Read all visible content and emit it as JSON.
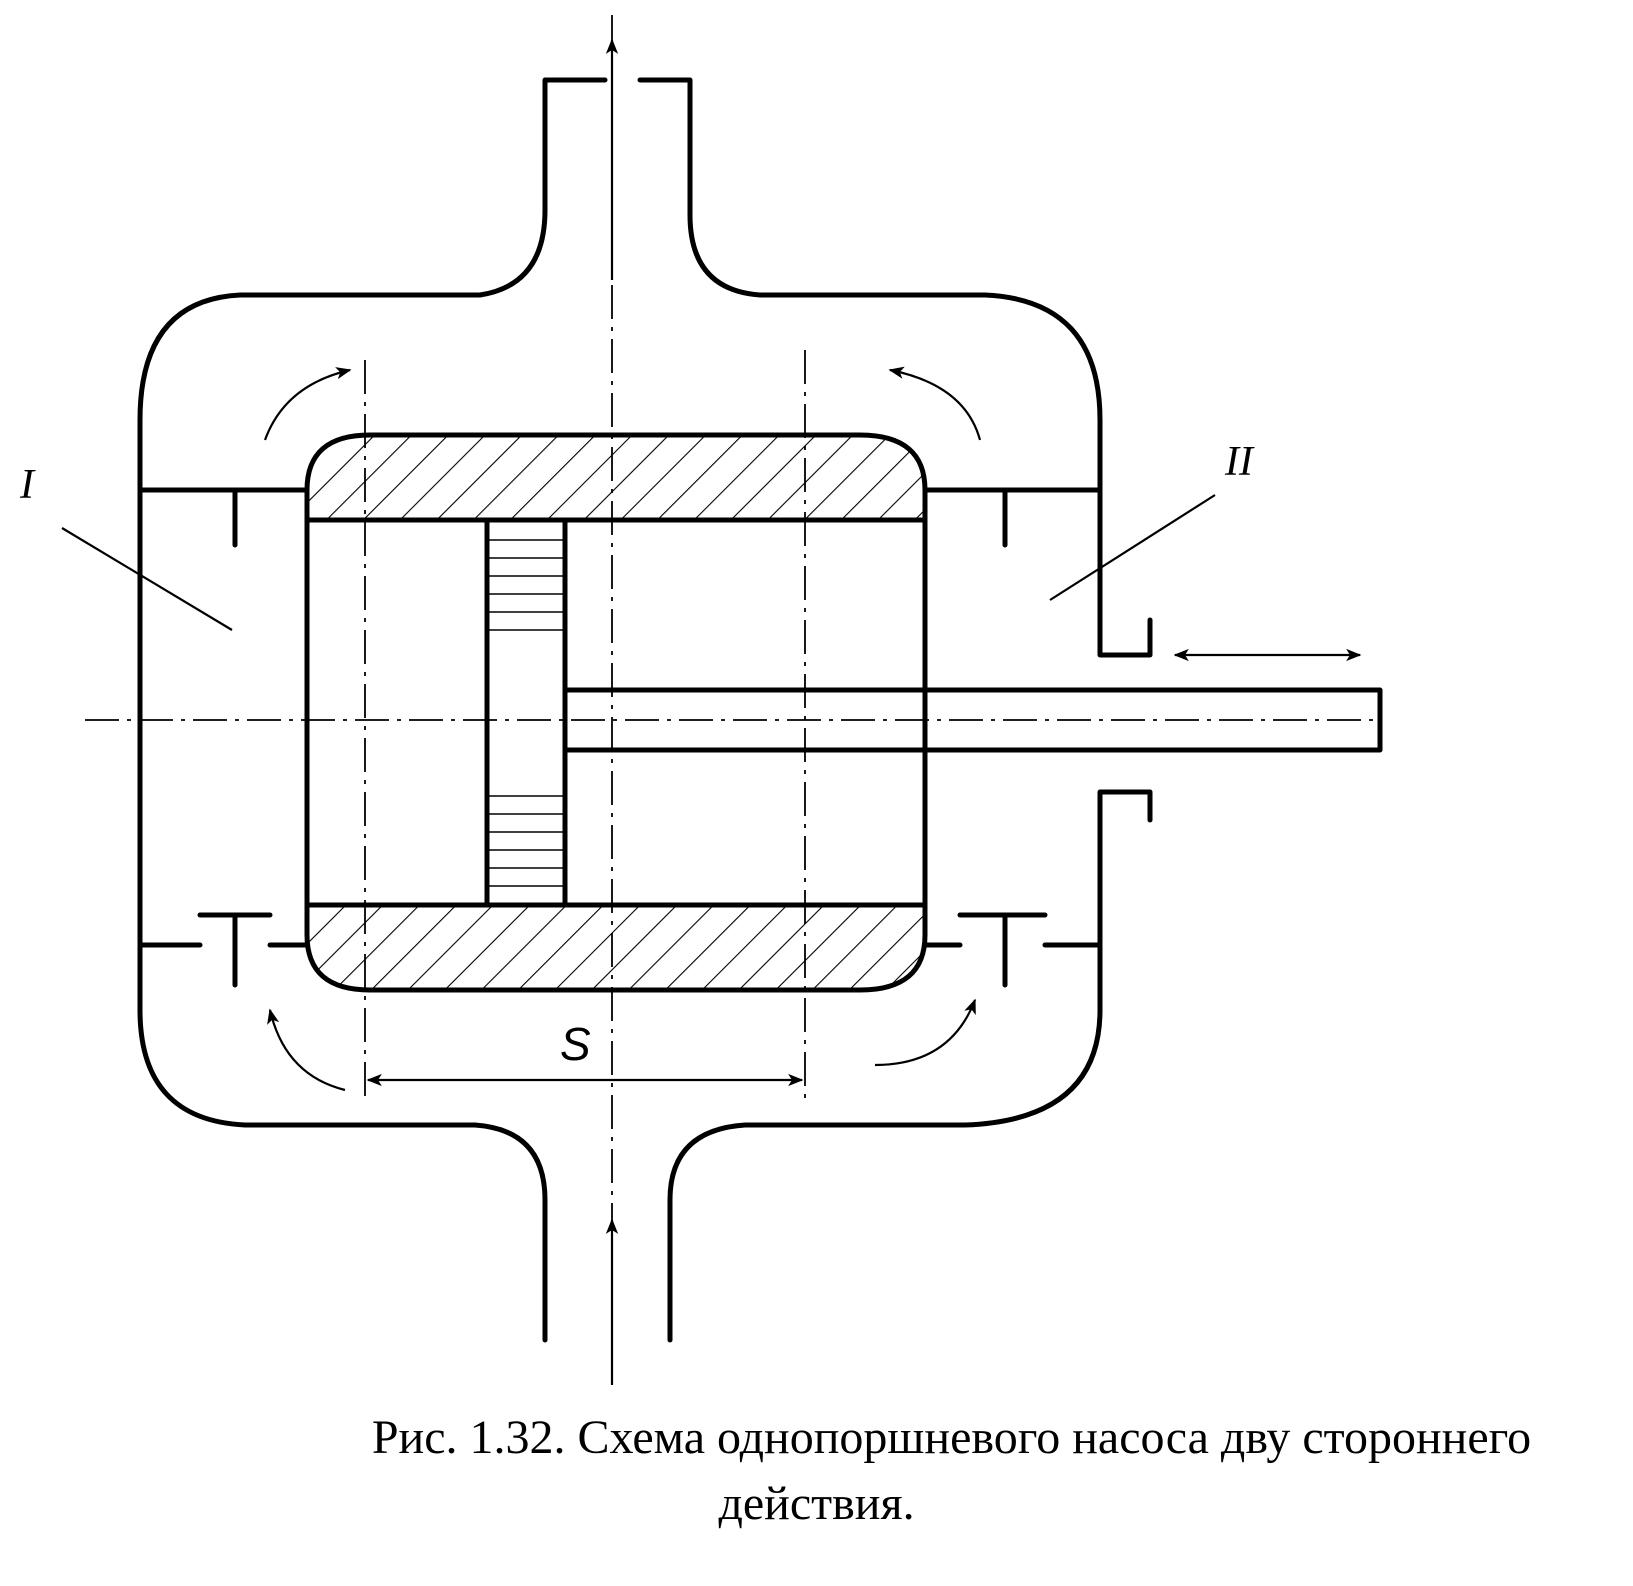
{
  "labels": {
    "chamber_left": "I",
    "chamber_right": "II",
    "stroke": "S"
  },
  "caption": {
    "line1": "Рис. 1.32. Схема однопоршневого насоса дву  стороннего",
    "line2": "действия."
  }
}
